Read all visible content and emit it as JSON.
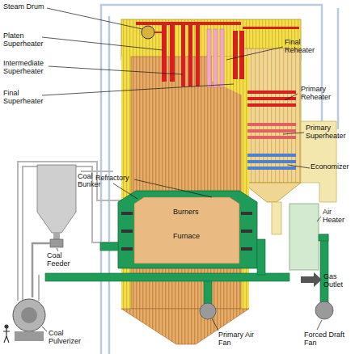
{
  "diagram": {
    "labels": [
      "Steam Drum",
      "Platen Superheater",
      "Intermediate Superheater",
      "Final Superheater",
      "Final Reheater",
      "Primary Reheater",
      "Primary Superheater",
      "Economizer",
      "Refractory",
      "Coal Bunker",
      "Burners",
      "Furnace",
      "Air Heater",
      "Coal Feeder",
      "Gas Outlet",
      "Coal Pulverizer",
      "Primary Air Fan",
      "Forced Draft Fan"
    ]
  }
}
